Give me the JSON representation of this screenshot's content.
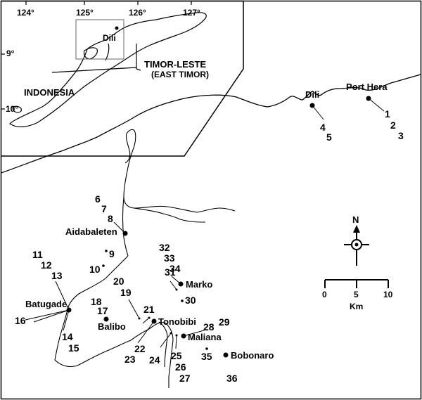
{
  "inset": {
    "longitudes": [
      "124°",
      "125°",
      "126°",
      "127°"
    ],
    "latitudes": [
      "9°",
      "10°"
    ],
    "country_label": "TIMOR-LESTE",
    "country_sublabel": "(EAST TIMOR)",
    "indonesia_label": "INDONESIA",
    "capital_label": "Dili"
  },
  "places": {
    "dili": "Dili",
    "port_hera": "Port Hera",
    "aidabaleten": "Aidabaleten",
    "batugade": "Batugade",
    "balibo": "Balibo",
    "marko": "Marko",
    "tonobibi": "Tonobibi",
    "maliana": "Maliana",
    "bobonaro": "Bobonaro"
  },
  "sites": [
    "1",
    "2",
    "3",
    "4",
    "5",
    "6",
    "7",
    "8",
    "9",
    "10",
    "11",
    "12",
    "13",
    "14",
    "15",
    "16",
    "17",
    "18",
    "19",
    "20",
    "21",
    "22",
    "23",
    "24",
    "25",
    "26",
    "27",
    "28",
    "29",
    "30",
    "31",
    "32",
    "33",
    "34",
    "35",
    "36"
  ],
  "compass": {
    "north": "N"
  },
  "scale": {
    "ticks": [
      "0",
      "5",
      "10"
    ],
    "unit": "Km"
  }
}
